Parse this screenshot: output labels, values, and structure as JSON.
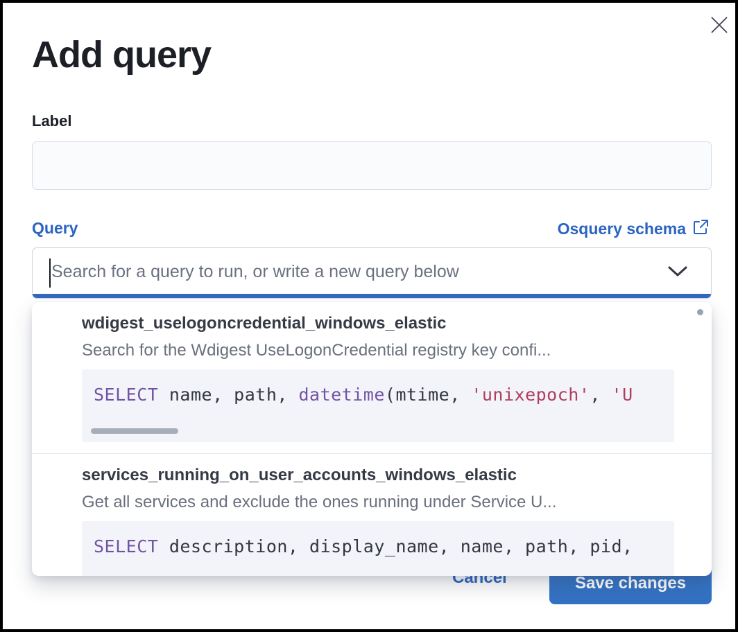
{
  "modal": {
    "title": "Add query"
  },
  "label_field": {
    "label": "Label",
    "value": "",
    "placeholder": ""
  },
  "query_field": {
    "label": "Query",
    "schema_link_label": "Osquery schema",
    "search_placeholder": "Search for a query to run, or write a new query below"
  },
  "dropdown": {
    "items": [
      {
        "title": "wdigest_uselogoncredential_windows_elastic",
        "description": "Search for the Wdigest UseLogonCredential registry key confi...",
        "code_tokens": [
          {
            "text": "SELECT",
            "type": "keyword"
          },
          {
            "text": " name, path, ",
            "type": "plain"
          },
          {
            "text": "datetime",
            "type": "keyword"
          },
          {
            "text": "(mtime, ",
            "type": "plain"
          },
          {
            "text": "'unixepoch'",
            "type": "string"
          },
          {
            "text": ", ",
            "type": "plain"
          },
          {
            "text": "'U",
            "type": "string"
          }
        ]
      },
      {
        "title": "services_running_on_user_accounts_windows_elastic",
        "description": "Get all services and exclude the ones running under Service U...",
        "code_tokens": [
          {
            "text": "SELECT",
            "type": "keyword"
          },
          {
            "text": " description, display_name, name, path, pid,",
            "type": "plain"
          }
        ]
      }
    ]
  },
  "footer": {
    "cancel_label": "Cancel",
    "save_label": "Save changes"
  },
  "icons": {
    "close": "close-icon",
    "external_link": "external-link-icon",
    "chevron_down": "chevron-down-icon"
  },
  "colors": {
    "primary_blue": "#3372c3",
    "link_blue": "#2b64c1",
    "focus_bar": "#3169c1",
    "title_text": "#1c1f26",
    "item_title_text": "#353a45",
    "muted_text": "#69707d",
    "code_background": "#f2f4f9",
    "code_keyword": "#7252a5",
    "code_string": "#b03e5f",
    "code_plain": "#343741"
  }
}
